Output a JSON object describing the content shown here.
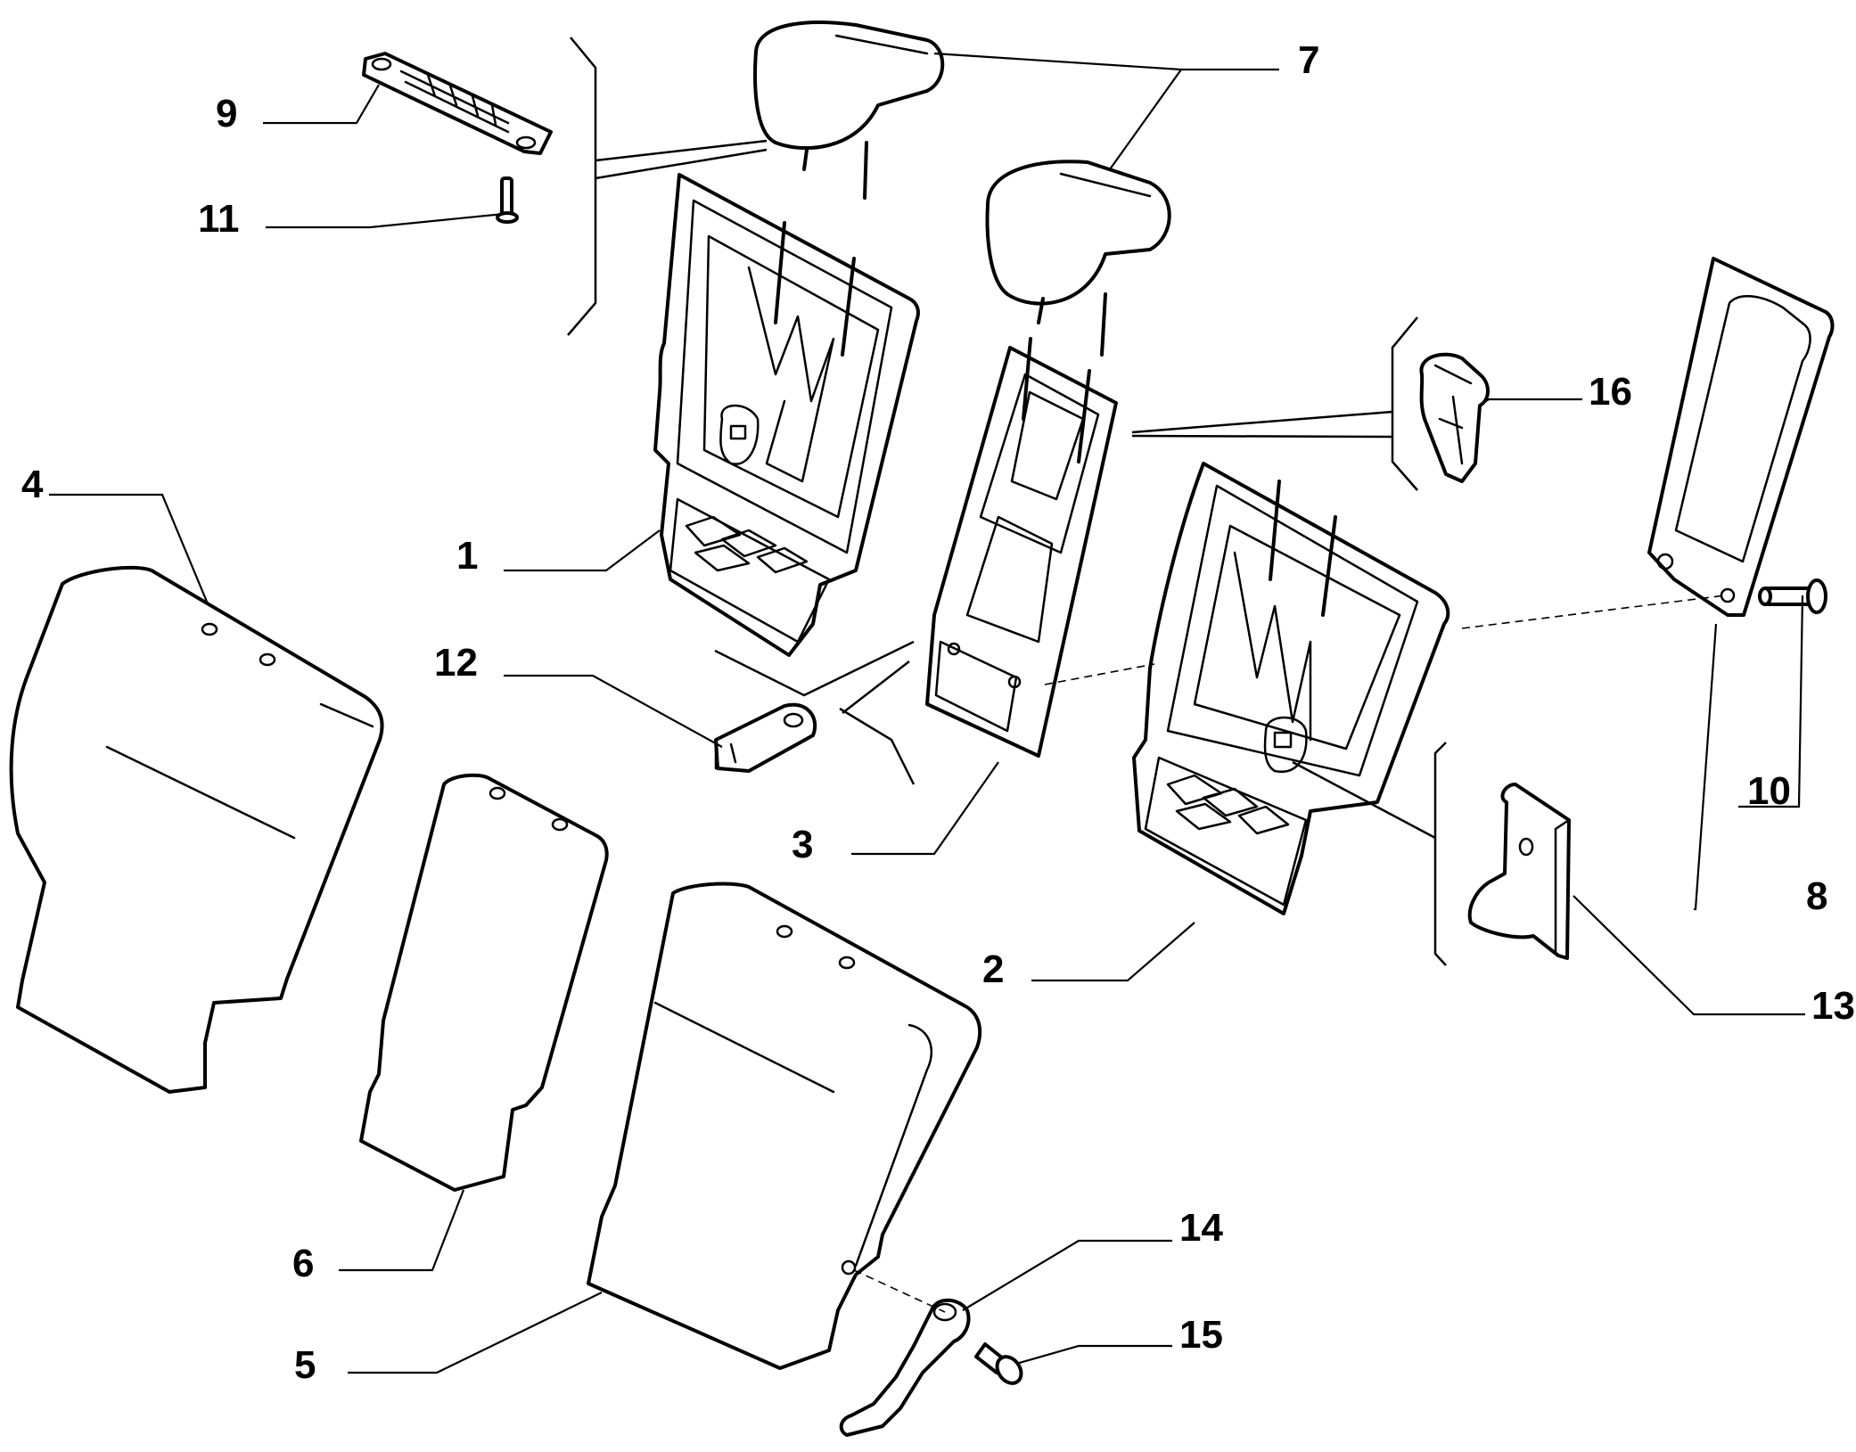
{
  "diagram": {
    "callouts": [
      {
        "id": "c1",
        "text": "1"
      },
      {
        "id": "c2",
        "text": "2"
      },
      {
        "id": "c3",
        "text": "3"
      },
      {
        "id": "c4",
        "text": "4"
      },
      {
        "id": "c5",
        "text": "5"
      },
      {
        "id": "c6",
        "text": "6"
      },
      {
        "id": "c7",
        "text": "7"
      },
      {
        "id": "c8",
        "text": "8"
      },
      {
        "id": "c9",
        "text": "9"
      },
      {
        "id": "c10",
        "text": "10"
      },
      {
        "id": "c11",
        "text": "11"
      },
      {
        "id": "c12",
        "text": "12"
      },
      {
        "id": "c13",
        "text": "13"
      },
      {
        "id": "c14",
        "text": "14"
      },
      {
        "id": "c15",
        "text": "15"
      },
      {
        "id": "c16",
        "text": "16"
      }
    ],
    "colors": {
      "line": "#000000",
      "background": "#ffffff"
    }
  }
}
